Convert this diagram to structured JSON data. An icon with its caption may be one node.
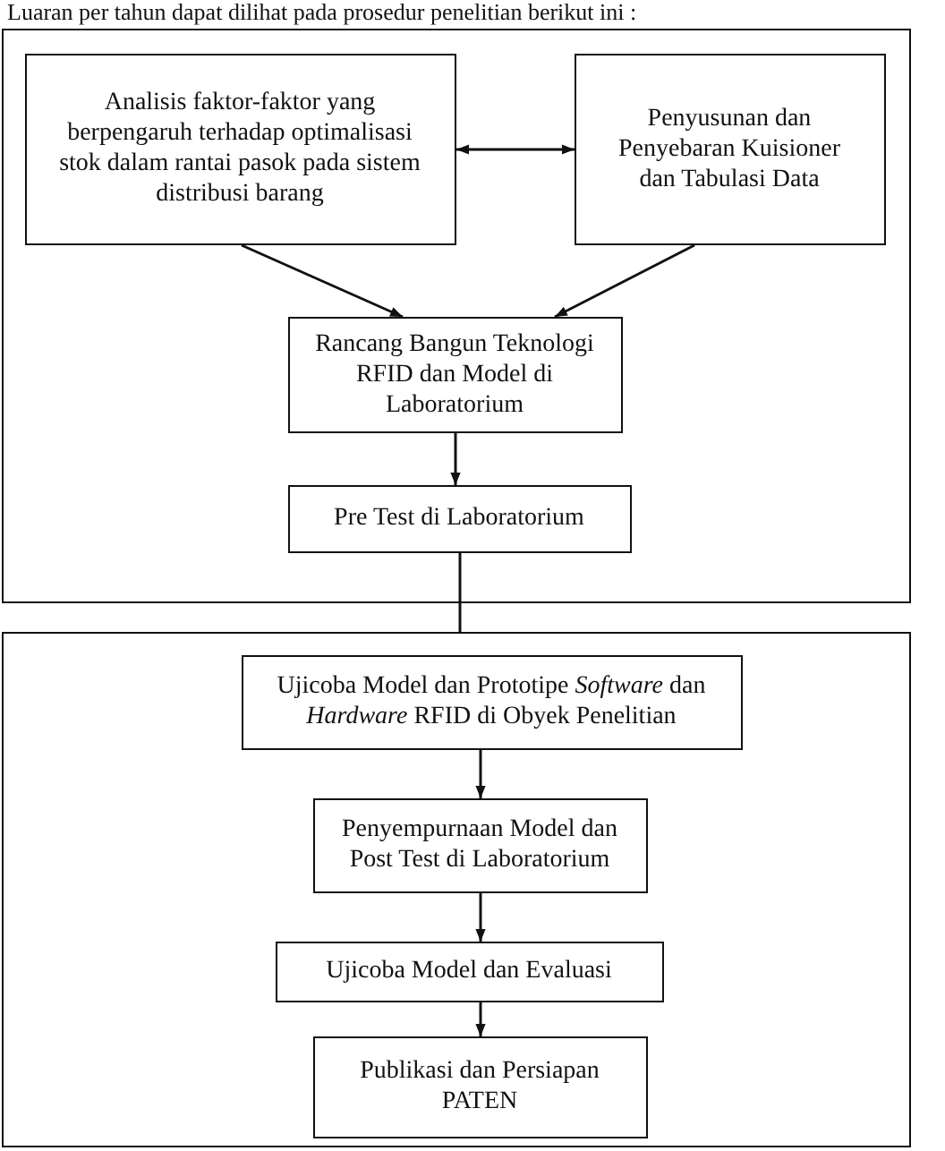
{
  "diagram": {
    "nodes": [
      {
        "text": [],
        "shape": "box"
      },
      {
        "text": [
          "Analisis faktor-faktor yang berpengaruh terhadap optimalisasi stok dalam rantai pasok pada sistem distribusi barang"
        ],
        "in": 0
      },
      {
        "text": [
          "Penyusunan dan Penyebaran Kuisioner dan Tabulasi Data"
        ],
        "in": 0
      },
      {
        "text": [
          "Rancang Bangun Teknologi RFID dan Model di Laboratorium"
        ],
        "in": 0
      },
      {
        "text": [
          "Pre Test di Laboratorium"
        ],
        "in": 0
      },
      {
        "text": [],
        "shape": "box"
      },
      {
        "text": [
          "Ujicoba Model dan Prototipe *Software* dan *Hardware* RFID di Obyek Penelitian"
        ],
        "in": 5
      },
      {
        "text": [
          "Penyempurnaan Model dan Post Test di Laboratorium"
        ],
        "in": 5
      },
      {
        "text": [
          "Ujicoba Model dan Evaluasi"
        ],
        "in": 5
      },
      {
        "text": [
          "Publikasi dan Persiapan PATEN"
        ],
        "in": 5
      }
    ],
    "edges": [
      {
        "from": 1,
        "to": 2,
        "arrow": "both"
      },
      {
        "from": 1,
        "to": 3,
        "arrow": "to"
      },
      {
        "from": 2,
        "to": 3,
        "arrow": "to"
      },
      {
        "from": 3,
        "to": 4,
        "arrow": "to"
      },
      {
        "from": 4,
        "to": 5,
        "arrow": "none"
      },
      {
        "from": 6,
        "to": 7,
        "arrow": "to"
      },
      {
        "from": 7,
        "to": 8,
        "arrow": "to"
      },
      {
        "from": 8,
        "to": 9,
        "arrow": "to"
      }
    ],
    "labels": [
      "Luaran per tahun dapat dilihat pada prosedur penelitian  berikut ini :"
    ]
  }
}
